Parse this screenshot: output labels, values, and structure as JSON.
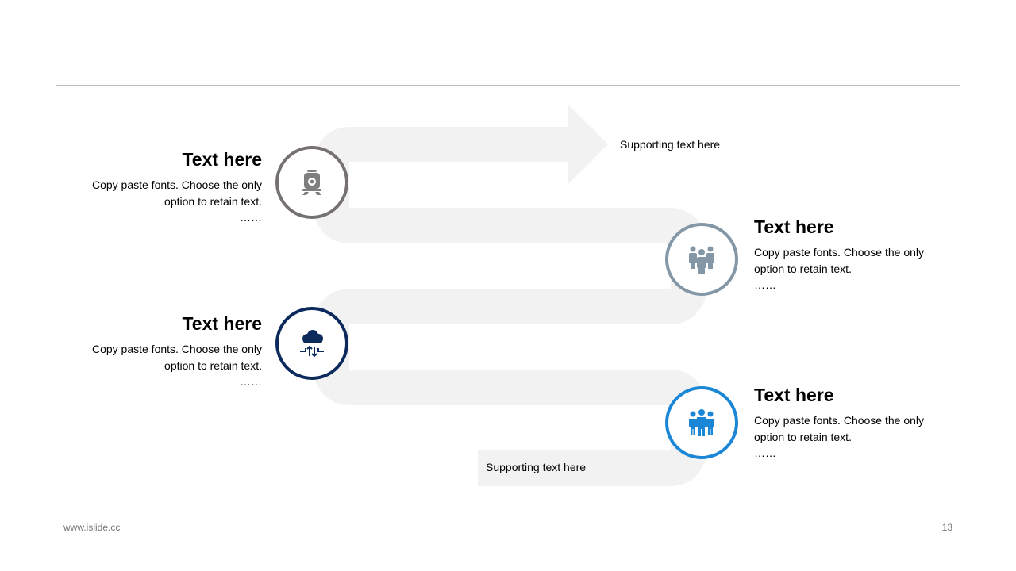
{
  "steps": [
    {
      "title": "Text here",
      "body": "Copy paste fonts. Choose the only option to retain text.",
      "dots": "……",
      "icon": "train-icon",
      "ring_color": "#767171"
    },
    {
      "title": "Text here",
      "body": "Copy paste fonts. Choose the only option to retain text.",
      "dots": "……",
      "icon": "team-icon",
      "ring_color": "#8497a6"
    },
    {
      "title": "Text here",
      "body": "Copy paste fonts. Choose the only option to retain text.",
      "dots": "……",
      "icon": "cloud-transfer-icon",
      "ring_color": "#0c2a5b"
    },
    {
      "title": "Text here",
      "body": "Copy paste fonts. Choose the only option to retain text.",
      "dots": "……",
      "icon": "business-people-icon",
      "ring_color": "#1a87d6"
    }
  ],
  "supporting": {
    "top": "Supporting text here",
    "bottom": "Supporting text here"
  },
  "footer": {
    "url": "www.islide.cc",
    "page": "13"
  },
  "colors": {
    "path": "#f2f2f2",
    "rule": "#bfbfbf"
  }
}
